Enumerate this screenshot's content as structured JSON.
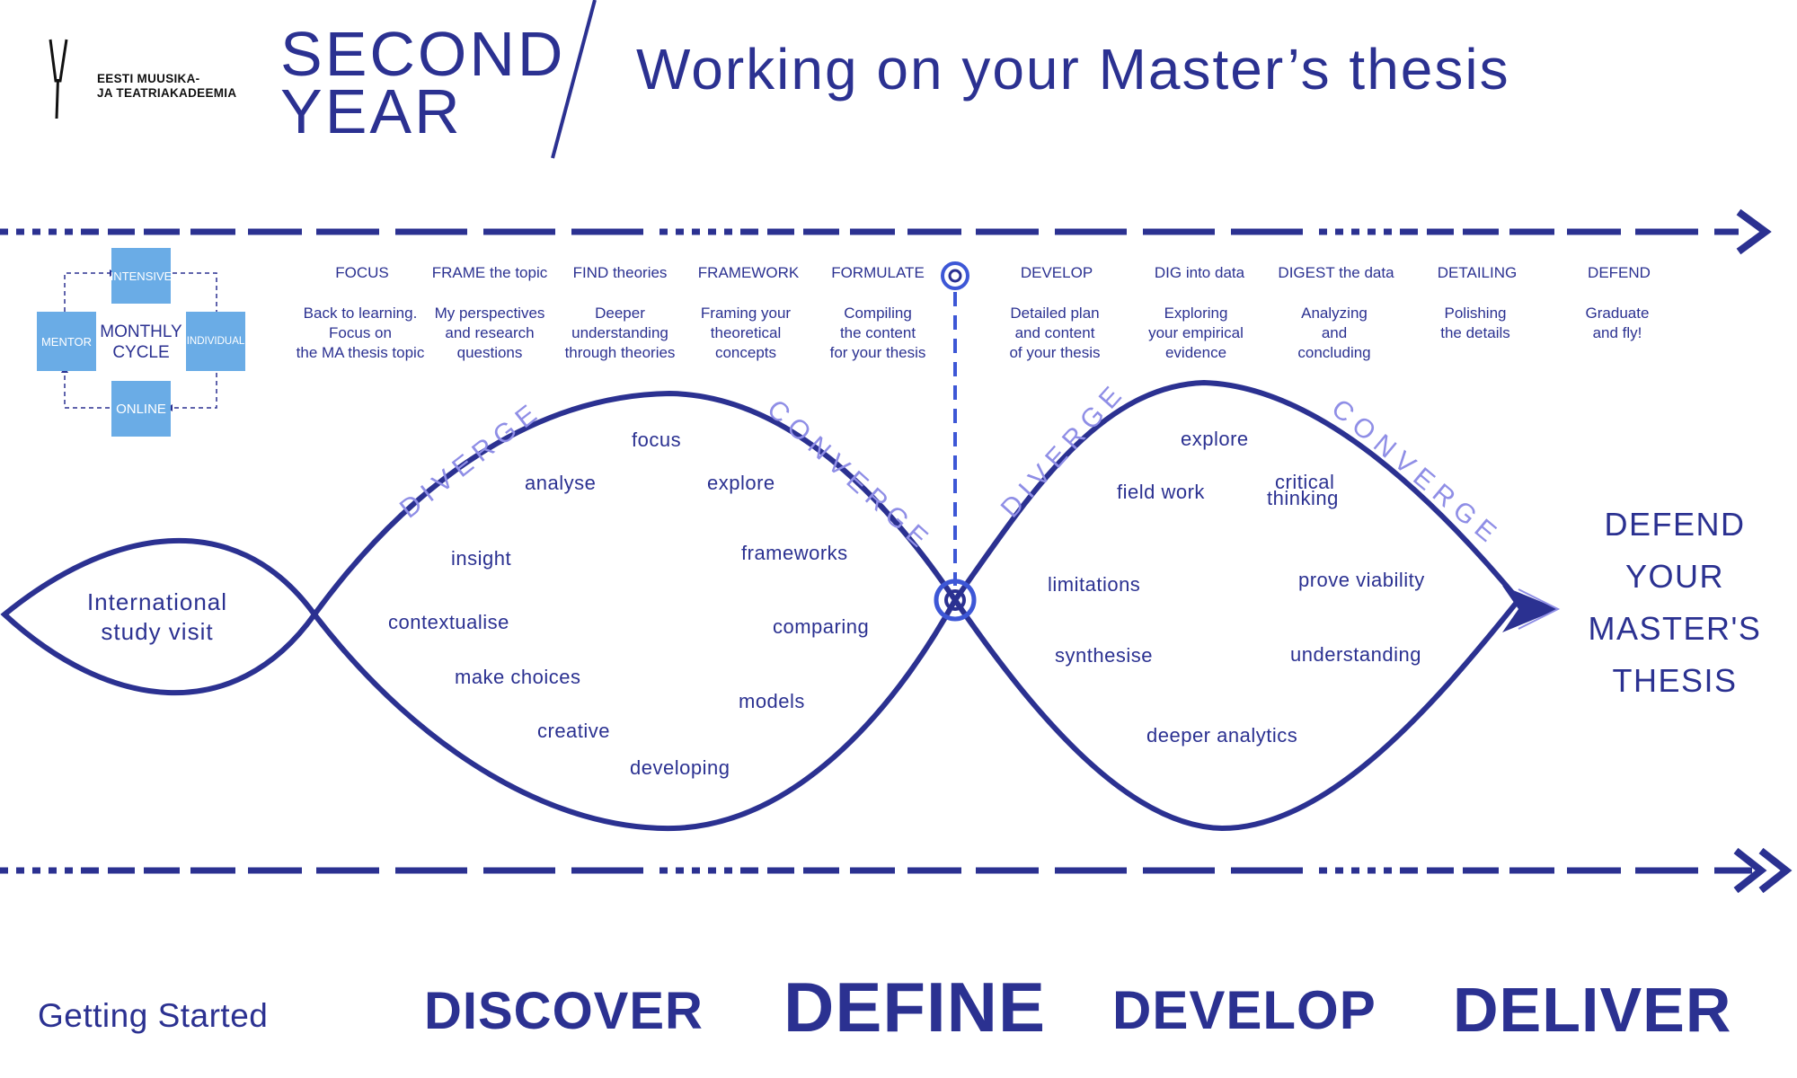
{
  "header": {
    "logo_line1": "EESTI MUUSIKA-",
    "logo_line2": "JA TEATRIAKADEEMIA",
    "year_line1": "SECOND",
    "year_line2": "YEAR",
    "title": "Working on your Master’s thesis"
  },
  "cycle": {
    "top": "INTENSIVE",
    "left": "MENTOR",
    "right": "INDIVIDUAL",
    "bottom": "ONLINE",
    "center_line1": "MONTHLY",
    "center_line2": "CYCLE"
  },
  "stages": [
    {
      "title": "FOCUS",
      "desc": [
        "Back to learning.",
        "Focus on",
        "the MA thesis topic"
      ]
    },
    {
      "title": "FRAME the topic",
      "desc": [
        "My perspectives",
        "and research",
        "questions"
      ]
    },
    {
      "title": "FIND theories",
      "desc": [
        "Deeper",
        "understanding",
        "through theories"
      ]
    },
    {
      "title": "FRAMEWORK",
      "desc": [
        "Framing your",
        "theoretical",
        "concepts"
      ]
    },
    {
      "title": "FORMULATE",
      "desc": [
        "Compiling",
        "the content",
        "for your thesis"
      ]
    },
    {
      "title": "DEVELOP",
      "desc": [
        "Detailed plan",
        "and content",
        "of your thesis"
      ]
    },
    {
      "title": "DIG into data",
      "desc": [
        "Exploring",
        "your empirical",
        "evidence"
      ]
    },
    {
      "title": "DIGEST  the data",
      "desc": [
        "Analyzing",
        "and",
        "concluding"
      ]
    },
    {
      "title": "DETAILING",
      "desc": [
        "Polishing",
        "the details"
      ]
    },
    {
      "title": "DEFEND",
      "desc": [
        "Graduate",
        "and fly!"
      ]
    }
  ],
  "diamond1": {
    "diverge": "DIVERGE",
    "converge": "CONVERGE",
    "words": [
      "focus",
      "analyse",
      "explore",
      "insight",
      "frameworks",
      "contextualise",
      "comparing",
      "make choices",
      "models",
      "creative",
      "developing"
    ]
  },
  "diamond2": {
    "diverge": "DIVERGE",
    "converge": "CONVERGE",
    "words": [
      "explore",
      "field work",
      "critical",
      "thinking",
      "limitations",
      "prove viability",
      "synthesise",
      "understanding",
      "deeper analytics"
    ]
  },
  "intl_line1": "International",
  "intl_line2": "study visit",
  "defend_lines": [
    "DEFEND",
    "YOUR",
    "MASTER'S",
    "THESIS"
  ],
  "phases": {
    "getting_started": "Getting Started",
    "discover": "DISCOVER",
    "define": "DEFINE",
    "develop": "DEVELOP",
    "deliver": "DELIVER"
  },
  "colors": {
    "primary": "#2b3191",
    "light": "#6aace6",
    "lavender": "#8f8ee6"
  }
}
